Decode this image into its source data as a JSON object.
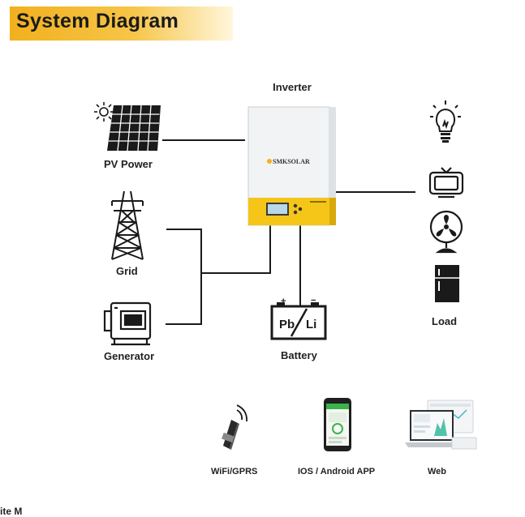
{
  "header": {
    "title": "System Diagram"
  },
  "inverter": {
    "label": "Inverter",
    "brand": "SMKSOLAR"
  },
  "sources": {
    "pv": "PV Power",
    "grid": "Grid",
    "generator": "Generator"
  },
  "battery": {
    "label": "Battery",
    "left_text": "Pb",
    "right_text": "Li",
    "plus": "+",
    "minus": "−"
  },
  "load": {
    "label": "Load"
  },
  "monitoring": {
    "wifi": "WiFi/GPRS",
    "app": "IOS / Android APP",
    "web": "Web"
  },
  "footer": {
    "partial_text": "ite M"
  },
  "colors": {
    "accent": "#f2b01e",
    "inverter_yellow": "#f5c518",
    "inverter_body": "#f1f3f4",
    "line": "#1a1a1a"
  }
}
